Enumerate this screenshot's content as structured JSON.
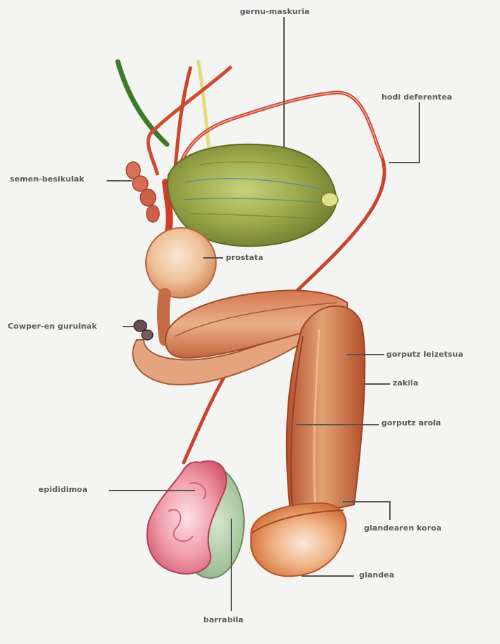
{
  "labels": {
    "gernu_maskuria": "gernu-maskuria",
    "hodi_deferentea": "hodi deferentea",
    "semen_besikulak": "semen-besikulak",
    "prostata": "prostata",
    "cowper_guruinak": "Cowper-en guruinak",
    "gorputz_leizetsua": "gorputz leizetsua",
    "zakila": "zakila",
    "gorputz_arola": "gorputz arola",
    "epididimoa": "epididimoa",
    "glandearen_koroa": "glandearen koroa",
    "glandea": "glandea",
    "barrabila": "barrabila"
  },
  "colors": {
    "leader_line": "#555555",
    "tissue_red": "#c9452f",
    "tissue_orange": "#d9703a",
    "bladder_green": "#9aa645",
    "testis_green": "#a6c69a",
    "epididymis_pink": "#e0788a"
  }
}
